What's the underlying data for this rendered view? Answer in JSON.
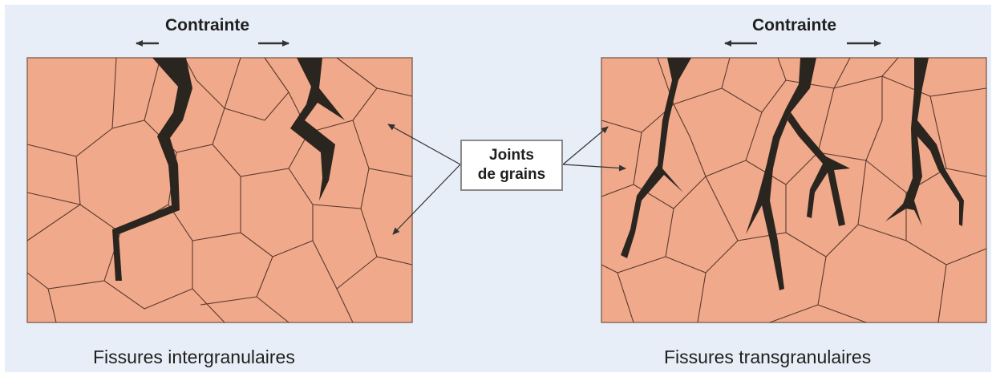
{
  "left_panel": {
    "stress_label": "Contrainte",
    "caption": "Fissures intergranulaires"
  },
  "right_panel": {
    "stress_label": "Contrainte",
    "caption": "Fissures transgranulaires"
  },
  "callout": {
    "line1": "Joints",
    "line2": "de grains"
  },
  "colors": {
    "background": "#e8eef7",
    "grain_fill": "#f0a98a",
    "grain_boundary": "#5a3a2e",
    "crack": "#2b2520",
    "frame_border": "#8a8a8a"
  }
}
